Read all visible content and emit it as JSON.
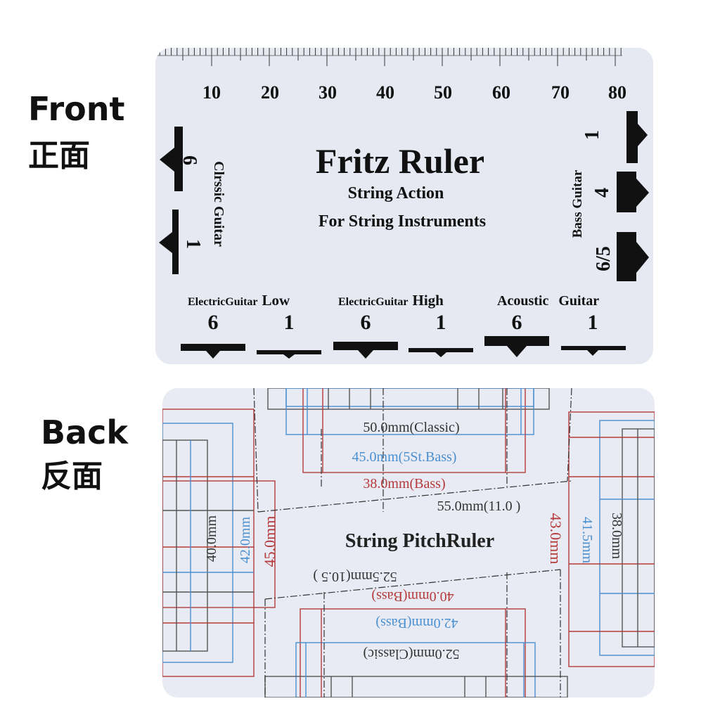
{
  "labels": {
    "front_en": "Front",
    "front_cn": "正面",
    "back_en": "Back",
    "back_cn": "反面"
  },
  "front": {
    "ruler_numbers": [
      "10",
      "20",
      "30",
      "40",
      "50",
      "60",
      "70",
      "80"
    ],
    "title": "Fritz Ruler",
    "subtitle1": "String Action",
    "subtitle2": "For String Instruments",
    "classic_label": "Clrssic  Guitar",
    "classic_6": "6",
    "classic_1": "1",
    "bass_label": "Bass  Guitar",
    "bass_1": "1",
    "bass_4": "4",
    "bass_65": "6/5",
    "groups": [
      {
        "name": "Electric",
        "name2": "Guitar",
        "suffix": "Low"
      },
      {
        "name": "Electric",
        "name2": "Guitar",
        "suffix": "High"
      },
      {
        "name": "Acoustic",
        "name2": "Guitar",
        "suffix": ""
      }
    ],
    "gauges": [
      "6",
      "1",
      "6",
      "1",
      "6",
      "1"
    ]
  },
  "back": {
    "title": "String  PitchRuler",
    "top_classic": "50.0mm(Classic)",
    "top_5st": "45.0mm(5St.Bass)",
    "top_bass": "38.0mm(Bass)",
    "mid_top": "55.0mm(11.0 )",
    "mid_bottom": "52.5mm(10.5 )",
    "bot_bass_red": "40.0mm(Bass)",
    "bot_bass_blue": "42.0mm(Bass)",
    "bot_classic": "52.0mm(Classic)",
    "left_40": "40.0mm",
    "left_42": "42.0mm",
    "left_45": "45.0mm",
    "right_43": "43.0mm",
    "right_415": "41.5mm",
    "right_38": "38.0mm"
  },
  "colors": {
    "card_front": "#e6e8f2",
    "card_back": "#e9ebf4",
    "ink": "#111111",
    "red": "#b53a3a",
    "blue": "#4a8fd0"
  }
}
